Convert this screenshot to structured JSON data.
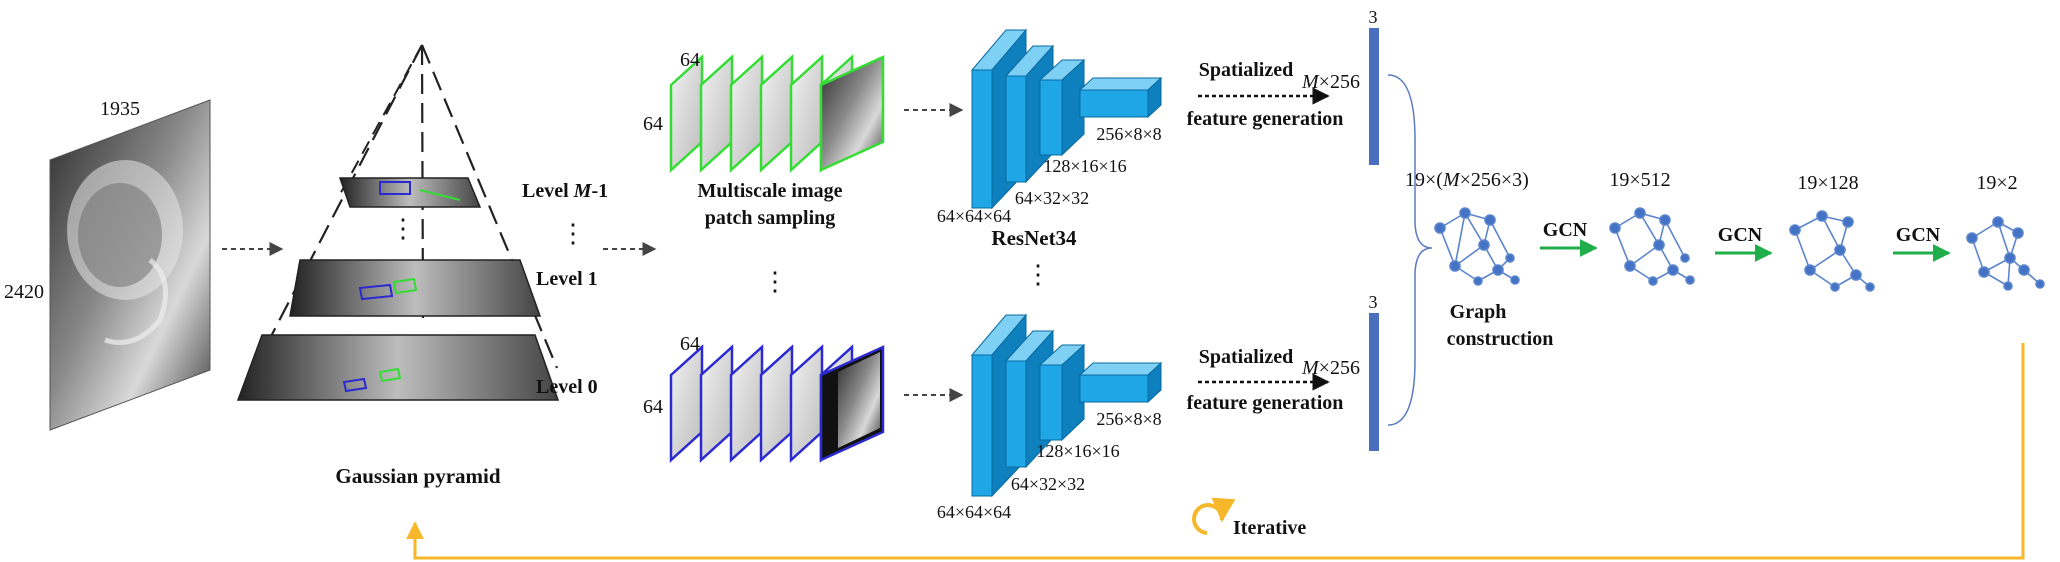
{
  "input": {
    "width_label": "1935",
    "height_label": "2420"
  },
  "pyramid": {
    "caption": "Gaussian pyramid",
    "levels": [
      "Level ",
      "M",
      "-1",
      "Level 1",
      "Level 0"
    ],
    "dots": "⋮"
  },
  "sampling": {
    "line1": "Multiscale image",
    "line2": "patch sampling",
    "patch_w": "64",
    "patch_h": "64",
    "dots": "⋮"
  },
  "resnet": {
    "name": "ResNet34",
    "dims": [
      "64×64×64",
      "64×32×32",
      "128×16×16",
      "256×8×8"
    ],
    "dots": "⋮"
  },
  "spatial": {
    "line1": "Spatialized",
    "line2": "feature generation",
    "dim_m": "M",
    "dim_rest": "×256",
    "dim_3": "3"
  },
  "graph": {
    "concat_pre": "19×(",
    "concat_m": "M",
    "concat_post": "×256×3)",
    "construction1": "Graph",
    "construction2": "construction",
    "gcn": "GCN",
    "dims": [
      "19×512",
      "19×128",
      "19×2"
    ]
  },
  "iterative": "Iterative",
  "colors": {
    "green": "#33dd33",
    "blue": "#2a2ad0",
    "resnet": "#1ea6e6",
    "bar": "#4a6fbe",
    "node": "#4472c4",
    "arrow_green": "#1fae4a",
    "gold": "#f6b72b"
  }
}
